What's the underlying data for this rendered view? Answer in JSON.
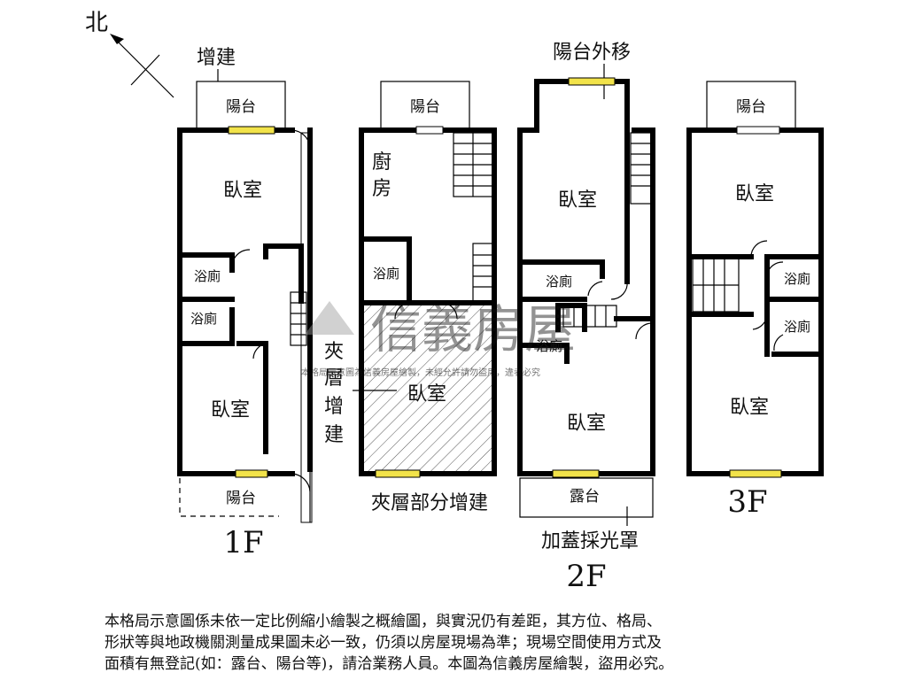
{
  "compass": {
    "north_label": "北"
  },
  "floor_1f": {
    "title": "1F",
    "addition_label": "增建",
    "balcony_top": "陽台",
    "bedroom_top": "臥室",
    "bath_1": "浴廁",
    "bath_2": "浴廁",
    "bedroom_bottom": "臥室",
    "balcony_bottom": "陽台"
  },
  "floor_mezzanine": {
    "balcony_top": "陽台",
    "kitchen": "廚房",
    "bath": "浴廁",
    "mezzanine_addition_vertical": "夾層增建",
    "bedroom": "臥室",
    "caption": "夾層部分增建"
  },
  "floor_2f": {
    "title": "2F",
    "balcony_moved_label": "陽台外移",
    "bedroom_top": "臥室",
    "bath_1": "浴廁",
    "bath_2": "浴廁",
    "bedroom_bottom": "臥室",
    "terrace": "露台",
    "skylight_label": "加蓋採光罩"
  },
  "floor_3f": {
    "title": "3F",
    "balcony_top": "陽台",
    "bedroom_top": "臥室",
    "bath_1": "浴廁",
    "bath_2": "浴廁",
    "bedroom_bottom": "臥室"
  },
  "watermark": {
    "brand": "信義房屋",
    "notice": "本格局示意圖為信義房屋繪製，未經允許請勿盜用，違者必究"
  },
  "disclaimer": {
    "lines": [
      "本格局示意圖係未依一定比例縮小繪製之概繪圖，與實況仍有差距，其方位、格局、",
      "形狀等與地政機關測量成果圖未必一致，仍須以房屋現場為準；現場空間使用方式及",
      "面積有無登記(如：露台、陽台等)，請洽業務人員。本圖為信義房屋繪製，盜用必究。"
    ]
  }
}
